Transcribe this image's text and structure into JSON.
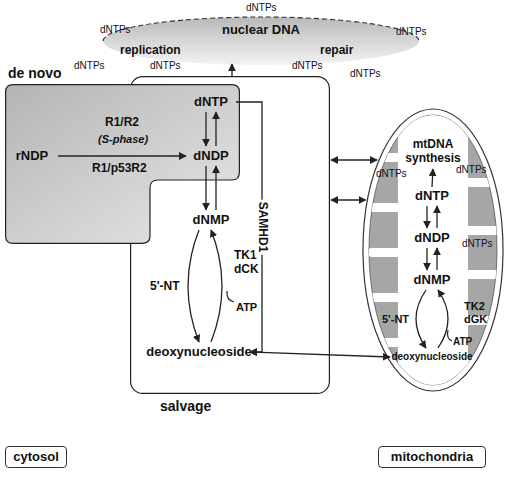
{
  "diagram": {
    "nodes": [
      {
        "text": [
          "nuclear DNA",
          "replication",
          "repair"
        ]
      },
      {
        "text": [
          "de novo"
        ]
      },
      {
        "text": [
          "rNDP"
        ],
        "in": 1
      },
      {
        "text": [
          "dNTP"
        ],
        "in": 1
      },
      {
        "text": [
          "dNDP"
        ],
        "in": 1
      },
      {
        "text": [
          "salvage"
        ]
      },
      {
        "text": [
          "dNMP"
        ],
        "in": 5
      },
      {
        "text": [
          "deoxynucleoside"
        ],
        "in": 5
      },
      {
        "text": [
          "cytosol"
        ]
      },
      {
        "text": [
          "mitochondria"
        ]
      },
      {
        "text": [
          "mtDNA synthesis"
        ],
        "in": 9
      },
      {
        "text": [
          "dNTP"
        ],
        "in": 9
      },
      {
        "text": [
          "dNDP"
        ],
        "in": 9
      },
      {
        "text": [
          "dNMP"
        ],
        "in": 9
      },
      {
        "text": [
          "deoxynucleoside"
        ],
        "in": 9
      }
    ],
    "edges": [
      {
        "from": 2,
        "to": 4,
        "arrow": "to",
        "label": "R1/R2"
      },
      {
        "from": 3,
        "to": 4,
        "arrow": "both"
      },
      {
        "from": 4,
        "to": 6,
        "arrow": "both"
      },
      {
        "from": 6,
        "to": 7,
        "arrow": "both"
      },
      {
        "from": 3,
        "to": 7,
        "arrow": "to",
        "label": "SAMHD1"
      },
      {
        "from": 5,
        "to": 0,
        "arrow": "to"
      },
      {
        "from": 5,
        "to": 9,
        "arrow": "both"
      },
      {
        "from": 5,
        "to": 9,
        "arrow": "both"
      },
      {
        "from": 7,
        "to": 14,
        "arrow": "both"
      },
      {
        "from": 11,
        "to": 10,
        "arrow": "to"
      },
      {
        "from": 11,
        "to": 12,
        "arrow": "both"
      },
      {
        "from": 12,
        "to": 13,
        "arrow": "both"
      },
      {
        "from": 13,
        "to": 14,
        "arrow": "both"
      }
    ],
    "labels": [
      "dNTPs",
      "dNTPs",
      "dNTPs",
      "dNTPs",
      "dNTPs",
      "dNTPs",
      "dNTPs",
      "(S-phase)",
      "R1/p53R2",
      "5'-NT",
      "TK1",
      "dCK",
      "ATP",
      "dNTPs",
      "dNTPs",
      "dNTPs",
      "5'-NT",
      "TK2",
      "dGK",
      "ATP"
    ]
  }
}
